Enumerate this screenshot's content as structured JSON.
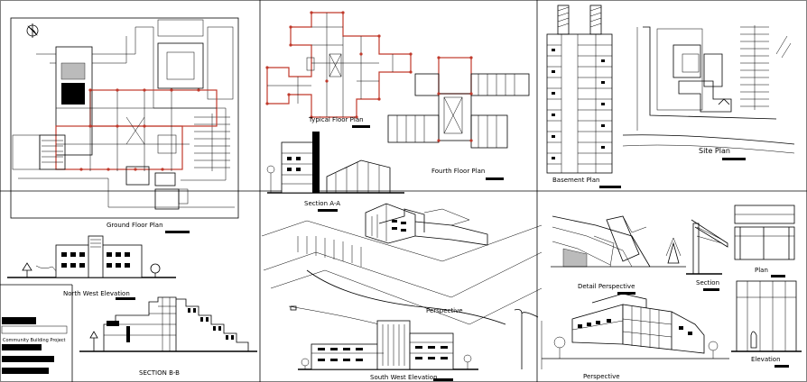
{
  "sheet": {
    "labels": {
      "ground_floor_plan": "Ground Floor Plan",
      "typical_floor_plan": "Typical Floor Plan",
      "fourth_floor_plan": "Fourth Floor Plan",
      "section_aa": "Section A-A",
      "basement_plan": "Basement Plan",
      "site_plan": "Site Plan",
      "north_west_elevation": "North West Elevation",
      "section_bb": "SECTION B-B",
      "perspective_center": "Perspective",
      "south_west_elevation": "South West Elevation",
      "detail_perspective": "Detail Perspective",
      "section_right": "Section",
      "plan_right": "Plan",
      "perspective_right": "Perspective",
      "elevation_right": "Elevation",
      "title_block_text": "Community Building Project"
    },
    "colors": {
      "line": "#000000",
      "wall_red": "#c0392b",
      "background": "#ffffff"
    }
  }
}
